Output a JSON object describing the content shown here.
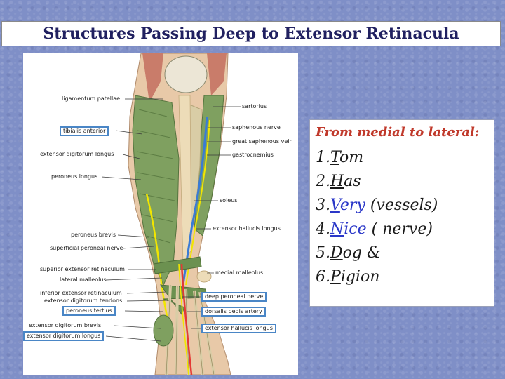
{
  "title": "Structures Passing Deep to Extensor Retinacula",
  "figure_labels": {
    "ligamentum_patellae": "ligamentum patellae",
    "tibialis_anterior": "tibialis anterior",
    "extensor_digitorum_longus": "extensor digitorum longus",
    "peroneus_longus": "peroneus longus",
    "peroneus_brevis": "peroneus brevis",
    "superficial_peroneal_nerve": "superficial peroneal nerve",
    "superior_extensor_retinaculum": "superior extensor retinaculum",
    "lateral_malleolus": "lateral malleolus",
    "inferior_extensor_retinaculum": "inferior extensor retinaculum",
    "extensor_digitorum_tendons": "extensor digitorum tendons",
    "peroneus_tertius": "peroneus tertius",
    "extensor_digitorum_brevis": "extensor digitorum brevis",
    "extensor_digitorum_longus_foot": "extensor digitorum longus",
    "sartorius": "sartorius",
    "saphenous_nerve": "saphenous nerve",
    "great_saphenous_vein": "great saphenous vein",
    "gastrocnemius": "gastrocnemius",
    "soleus": "soleus",
    "extensor_hallucis_longus": "extensor hallucis longus",
    "medial_malleolus": "medial malleolus",
    "deep_peroneal_nerve": "deep peroneal nerve",
    "dorsalis_pedis_artery": "dorsalis pedis artery",
    "extensor_hallucis_longus_foot": "extensor hallucis longus"
  },
  "mnemonic": {
    "intro": "From medial to lateral:",
    "items": [
      {
        "num": "1.",
        "first": "T",
        "rest": "om",
        "note": ""
      },
      {
        "num": "2.",
        "first": "H",
        "rest": "as",
        "note": ""
      },
      {
        "num": "3.",
        "first": "V",
        "rest": "ery",
        "note": " (vessels)"
      },
      {
        "num": "4.",
        "first": "N",
        "rest": "ice",
        "note": " ( nerve)"
      },
      {
        "num": "5.",
        "first": "D",
        "rest": "og &",
        "note": ""
      },
      {
        "num": "6.",
        "first": "P",
        "rest": "igion",
        "note": ""
      }
    ]
  },
  "colors": {
    "muscle": "#7fa060",
    "tendon": "#d9cda6",
    "vessel": "#e53935",
    "nerve": "#f2e600",
    "vein": "#3a7bd5",
    "label_box": "#4a86c6",
    "intro_text": "#c0392b",
    "highlight_text": "#2a37c8"
  }
}
